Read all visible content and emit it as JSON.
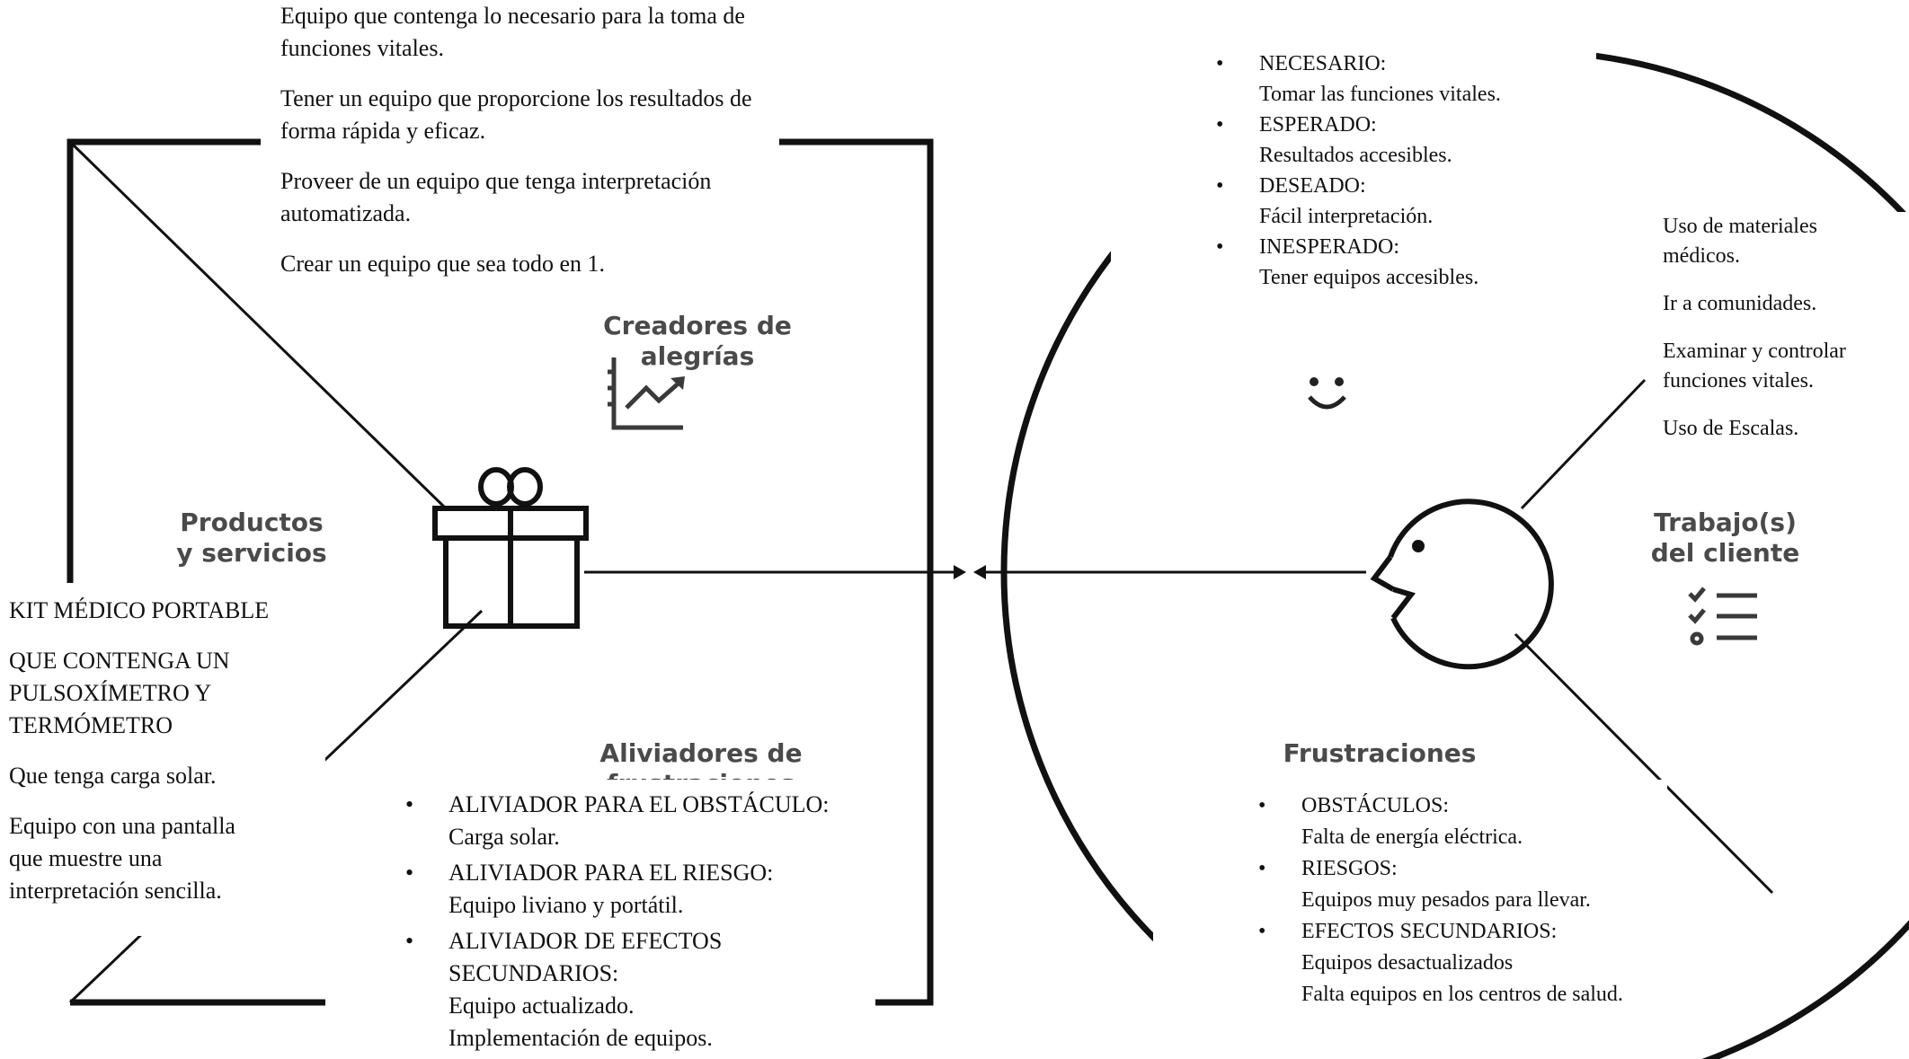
{
  "colors": {
    "line": "#111111",
    "label_gray": "#4a4a4a",
    "text": "#111111",
    "background": "#ffffff"
  },
  "value_map": {
    "gain_creators": {
      "label": "Creadores de alegrías",
      "icon": "rising-chart-icon",
      "items": [
        "Equipo que contenga lo necesario para la toma de funciones vitales.",
        "Tener un equipo que proporcione los resultados de forma rápida y eficaz.",
        "Proveer de un equipo que tenga interpretación automatizada.",
        "Crear un equipo que sea todo en 1."
      ]
    },
    "products_services": {
      "label": "Productos\ny servicios",
      "icon": "gift-icon",
      "items": [
        "KIT MÉDICO PORTABLE",
        "QUE CONTENGA UN\nPULSOXÍMETRO Y\nTERMÓMETRO",
        "Que tenga carga solar.",
        "Equipo con una pantalla\nque muestre una\ninterpretación sencilla."
      ]
    },
    "pain_relievers": {
      "label": "Aliviadores de frustraciones",
      "items": [
        {
          "title": "ALIVIADOR PARA EL OBSTÁCULO:",
          "text": "Carga solar."
        },
        {
          "title": "ALIVIADOR PARA EL RIESGO:",
          "text": "Equipo liviano y portátil."
        },
        {
          "title": "ALIVIADOR DE EFECTOS\nSECUNDARIOS:",
          "text": "Equipo actualizado.\nImplementación de equipos."
        }
      ]
    }
  },
  "customer_profile": {
    "gains": {
      "icon": "smiley-icon",
      "items": [
        {
          "title": "NECESARIO:",
          "text": "Tomar las funciones vitales."
        },
        {
          "title": "ESPERADO:",
          "text": "Resultados accesibles."
        },
        {
          "title": "DESEADO:",
          "text": "Fácil interpretación."
        },
        {
          "title": "INESPERADO:",
          "text": "Tener equipos accesibles."
        }
      ]
    },
    "customer_jobs": {
      "label": "Trabajo(s)\ndel cliente",
      "icon": "checklist-icon",
      "items": [
        "Uso de materiales\nmédicos.",
        "Ir a comunidades.",
        "Examinar y controlar\nfunciones vitales.",
        "Uso de Escalas."
      ]
    },
    "pains": {
      "label": "Frustraciones",
      "items": [
        {
          "title": "OBSTÁCULOS:",
          "text": "Falta de energía eléctrica."
        },
        {
          "title": "RIESGOS:",
          "text": "Equipos muy pesados para llevar."
        },
        {
          "title": "EFECTOS SECUNDARIOS:",
          "text": "Equipos desactualizados\nFalta equipos en los centros de salud."
        }
      ]
    }
  }
}
